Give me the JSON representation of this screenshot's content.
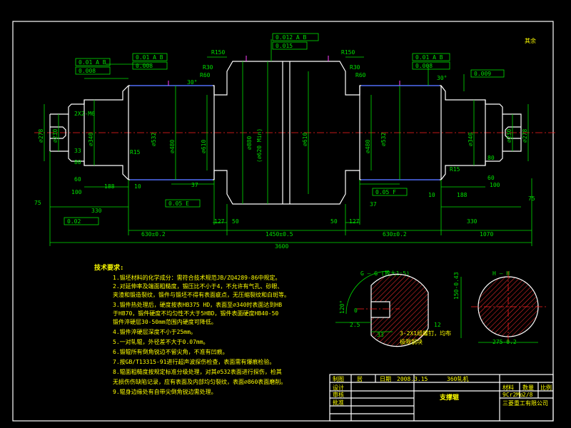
{
  "roughness_note": "其余",
  "section_labels": {
    "g": "G — G (放大1:5)",
    "h": "H — H"
  },
  "section_dims": {
    "g_depth": "120°",
    "g_d1": "0",
    "g_d2": "2.5",
    "g_d3": "33",
    "g_d4": "12",
    "g_note": "3-2X1组螺钉，均布",
    "g_note2": "极限钢块",
    "h_dim1": "150-0.43",
    "h_dim2": "275-0.2"
  },
  "gdt": {
    "left1": "0.01 A B",
    "left2": "0.008",
    "left3": "0.01 A B",
    "left4": "0.008",
    "center1": "0.012 A B",
    "center2": "0.015",
    "right1": "0.01 A B",
    "right2": "0.008",
    "right3": "0.009",
    "flat": "0.02",
    "perp1": "0.05 E",
    "perp2": "0.05 F"
  },
  "dims": {
    "d1": "630±0.2",
    "d2": "1450±0.5",
    "d3": "630±0.2",
    "d4": "1070",
    "total": "3600",
    "l1": "330",
    "l2": "330",
    "l3": "188",
    "l4": "188",
    "l5": "75",
    "l6": "75",
    "l7": "127",
    "l8": "127",
    "l9": "50",
    "l10": "50",
    "l11": "37",
    "l12": "37",
    "l13": "10",
    "l14": "10",
    "l15": "100",
    "l16": "100",
    "l17": "60",
    "l18": "60",
    "l19": "80",
    "l20": "80",
    "l21": "33",
    "d278": "⌀278",
    "d230": "⌀230",
    "d340": "⌀340",
    "d480": "⌀480",
    "d532": "⌀532",
    "d610": "⌀610",
    "d610b": "⌀610",
    "d620": "(⌀620 Min)",
    "d880": "⌀880",
    "r150a": "R150",
    "r150b": "R150",
    "r30a": "R30",
    "r30b": "R30",
    "r60a": "R60",
    "r60b": "R60",
    "r15a": "R15",
    "r15b": "R15",
    "a30a": "30°",
    "a30b": "30°",
    "thread": "2X2-M6"
  },
  "notes_title": "技术要求:",
  "notes": [
    "1.锻坯材料的化学成分：需符合技术规范JB/ZQ4289-86中规定。",
    "2.对延伸率及端面粗糙度，锻压比不小于4，不允许有气孔、砂眼、",
    "  夹渣和锻造裂纹，锻件与锻坯不得有表面疵点，无压缩裂纹和白斑等。",
    "3.锻件热处理后，硬度按表HB375 HD，表面至⌀340时表面达到HB",
    "  于HB70，锻件硬度不均匀性不大于5HBD，锻件表面硬度HB40-50",
    "  锻件淬硬层30-50mm范围内硬度可降低。",
    "4.锻件淬硬层深度不小于25mm。",
    "5.一对轧辊，外径差不大于0.07mm。",
    "6.锻辊所有倒角锐边不留尖角，不准有凹痕。",
    "7.按GB/T13315-91进行超声波探伤检查，表面需有爆痕检验。",
    "8.辊面粗糙度按规定标准分级处理，对其⌀532表面进行探伤，检其",
    "  无损伤伤缺陷记录，应有表面及内部均匀裂纹，表面⌀860表面磨削。",
    "9.辊身边缘处有自带尖倒角锐边需处理。"
  ],
  "title_block": {
    "labels": {
      "design": "制图",
      "check": "设计",
      "review": "审核",
      "approve": "批准",
      "material_label": "材料",
      "qty_label": "数量",
      "scale_label": "比例"
    },
    "draw_by": "居",
    "date_label": "日期",
    "date": "2008.3.15",
    "part_class": "360轧机",
    "part_name": "支撑辊",
    "material": "9Cr2Mo",
    "qty": "2/8",
    "company": "三菱重工有限公司"
  }
}
